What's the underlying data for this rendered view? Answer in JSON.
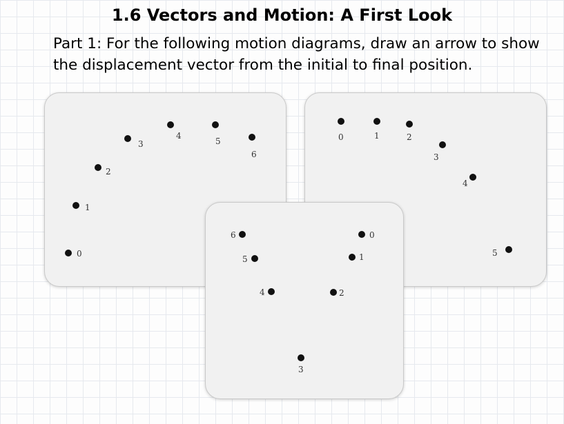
{
  "heading": {
    "title": "1.6 Vectors and Motion: A First Look",
    "instructions": "Part 1: For the following motion diagrams, draw an arrow to show the displacement vector from the initial to final position."
  },
  "diagrams": [
    {
      "labels": [
        "0",
        "1",
        "2",
        "3",
        "4",
        "5",
        "6"
      ]
    },
    {
      "labels": [
        "0",
        "1",
        "2",
        "3",
        "4",
        "5"
      ]
    },
    {
      "labels": [
        "0",
        "1",
        "2",
        "3",
        "4",
        "5",
        "6"
      ]
    }
  ],
  "colors": {
    "dot": "#111111",
    "panel": "#f1f1f1"
  }
}
